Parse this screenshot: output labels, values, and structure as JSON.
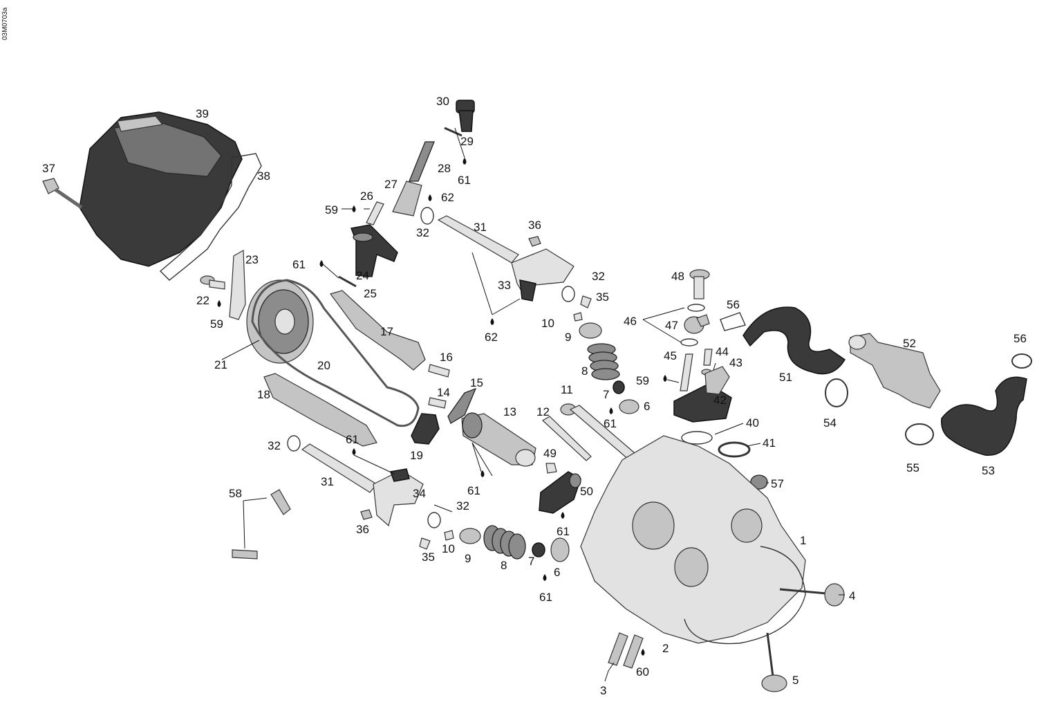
{
  "reference_code": "03M0703a",
  "labels": [
    {
      "text": "30"
    },
    {
      "text": "29"
    },
    {
      "text": "28"
    },
    {
      "text": "61"
    },
    {
      "text": "27"
    },
    {
      "text": "62"
    },
    {
      "text": "26"
    },
    {
      "text": "59"
    },
    {
      "text": "32"
    },
    {
      "text": "31"
    },
    {
      "text": "36"
    },
    {
      "text": "39"
    },
    {
      "text": "37"
    },
    {
      "text": "38"
    },
    {
      "text": "23"
    },
    {
      "text": "61"
    },
    {
      "text": "24"
    },
    {
      "text": "25"
    },
    {
      "text": "33"
    },
    {
      "text": "32"
    },
    {
      "text": "35"
    },
    {
      "text": "22"
    },
    {
      "text": "59"
    },
    {
      "text": "17"
    },
    {
      "text": "10"
    },
    {
      "text": "62"
    },
    {
      "text": "9"
    },
    {
      "text": "48"
    },
    {
      "text": "56"
    },
    {
      "text": "46"
    },
    {
      "text": "47"
    },
    {
      "text": "21"
    },
    {
      "text": "20"
    },
    {
      "text": "16"
    },
    {
      "text": "8"
    },
    {
      "text": "45"
    },
    {
      "text": "44"
    },
    {
      "text": "43"
    },
    {
      "text": "59"
    },
    {
      "text": "51"
    },
    {
      "text": "52"
    },
    {
      "text": "56"
    },
    {
      "text": "18"
    },
    {
      "text": "15"
    },
    {
      "text": "14"
    },
    {
      "text": "11"
    },
    {
      "text": "7"
    },
    {
      "text": "6"
    },
    {
      "text": "61"
    },
    {
      "text": "42"
    },
    {
      "text": "54"
    },
    {
      "text": "13"
    },
    {
      "text": "12"
    },
    {
      "text": "40"
    },
    {
      "text": "32"
    },
    {
      "text": "61"
    },
    {
      "text": "19"
    },
    {
      "text": "41"
    },
    {
      "text": "55"
    },
    {
      "text": "53"
    },
    {
      "text": "49"
    },
    {
      "text": "31"
    },
    {
      "text": "58"
    },
    {
      "text": "34"
    },
    {
      "text": "61"
    },
    {
      "text": "50"
    },
    {
      "text": "57"
    },
    {
      "text": "32"
    },
    {
      "text": "61"
    },
    {
      "text": "36"
    },
    {
      "text": "10"
    },
    {
      "text": "35"
    },
    {
      "text": "9"
    },
    {
      "text": "8"
    },
    {
      "text": "7"
    },
    {
      "text": "6"
    },
    {
      "text": "1"
    },
    {
      "text": "61"
    },
    {
      "text": "4"
    },
    {
      "text": "2"
    },
    {
      "text": "60"
    },
    {
      "text": "3"
    },
    {
      "text": "5"
    }
  ]
}
